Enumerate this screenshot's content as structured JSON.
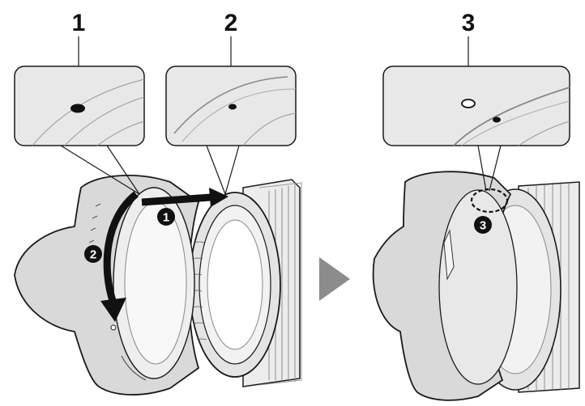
{
  "figure": {
    "callouts": [
      {
        "id": "1",
        "label": "1"
      },
      {
        "id": "2",
        "label": "2"
      },
      {
        "id": "3",
        "label": "3"
      }
    ],
    "steps": [
      {
        "id": "1",
        "label": "1"
      },
      {
        "id": "2",
        "label": "2"
      },
      {
        "id": "3",
        "label": "3"
      }
    ],
    "colors": {
      "hood_fill": "#d9d9d9",
      "lens_fill": "#e6e6e6",
      "outline": "#1a1a1a",
      "arrow": "#111111",
      "transition_arrow": "#8c8c8c",
      "inset_fill": "#e8e8e8"
    }
  }
}
